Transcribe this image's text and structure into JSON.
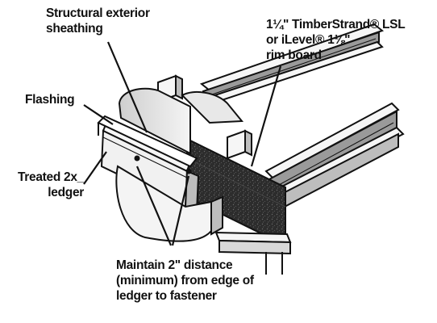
{
  "labels": {
    "sheathing": [
      "Structural exterior",
      "sheathing"
    ],
    "rim_board": [
      "1¼\" TimberStrand® LSL",
      "or iLevel® 1⅛\"",
      "rim board"
    ],
    "flashing": [
      "Flashing"
    ],
    "ledger": [
      "Treated 2x_",
      "ledger"
    ],
    "distance": [
      "Maintain 2\" distance",
      "(minimum) from edge of",
      "ledger to fastener"
    ]
  },
  "colors": {
    "ink": "#111111",
    "rim_board_fill": "#2c2c2c",
    "wood_light": "#f6f6f6",
    "wood_shade": "#bdbdbd"
  }
}
